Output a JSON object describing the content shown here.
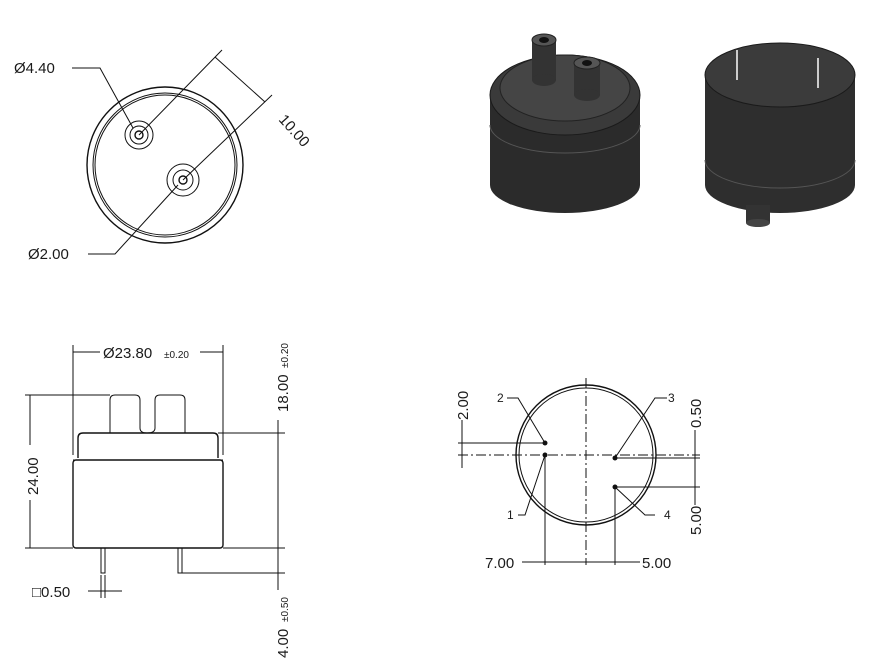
{
  "top_view": {
    "hole_dia": "Ø4.40",
    "nozzle_dia": "Ø2.00",
    "spacing": "10.00"
  },
  "side_view": {
    "diameter": "Ø23.80",
    "diameter_tol": "±0.20",
    "height_total": "24.00",
    "body_height": "18.00",
    "body_height_tol": "±0.20",
    "pin_length": "4.00",
    "pin_length_tol": "±0.50",
    "pin_size": "□0.50"
  },
  "pin_view": {
    "pins": [
      "1",
      "2",
      "3",
      "4"
    ],
    "dim_left_v": "2.00",
    "dim_right_v_small": "0.50",
    "dim_right_v": "5.00",
    "dim_h_left": "7.00",
    "dim_h_right": "5.00"
  },
  "colors": {
    "body": "#2b2b2b",
    "body_light": "#4a4a4a",
    "line": "#111111"
  }
}
